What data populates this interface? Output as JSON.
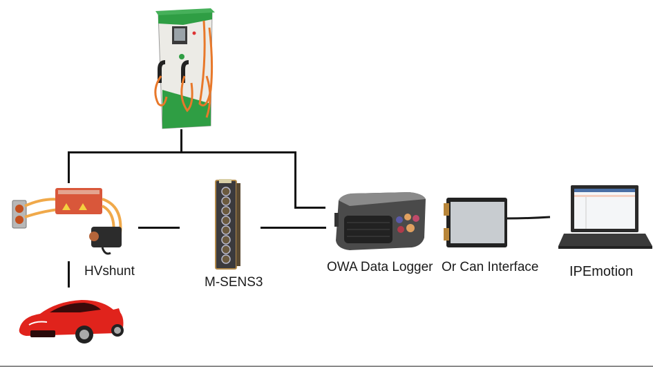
{
  "diagram": {
    "nodes": [
      {
        "id": "charger",
        "label": "",
        "icon": "ev-charging-station-icon"
      },
      {
        "id": "hvshunt",
        "label": "HVshunt",
        "icon": "hv-shunt-icon"
      },
      {
        "id": "car",
        "label": "",
        "icon": "sports-car-icon"
      },
      {
        "id": "msens3",
        "label": "M-SENS3",
        "icon": "sensor-module-icon"
      },
      {
        "id": "logger",
        "label": "OWA Data Logger",
        "icon": "data-logger-icon"
      },
      {
        "id": "can",
        "label": "Or Can Interface",
        "icon": "can-interface-icon"
      },
      {
        "id": "pc",
        "label": "IPEmotion",
        "icon": "laptop-icon"
      }
    ],
    "edges": [
      [
        "charger",
        "hvshunt"
      ],
      [
        "charger",
        "logger"
      ],
      [
        "hvshunt",
        "car"
      ],
      [
        "hvshunt",
        "msens3"
      ],
      [
        "msens3",
        "logger"
      ],
      [
        "can",
        "pc"
      ]
    ]
  },
  "colors": {
    "line": "#111111",
    "charger_green": "#2f9e44",
    "cable_orange": "#e8782a",
    "shunt_red": "#d9573a",
    "car_red": "#e0231c"
  }
}
